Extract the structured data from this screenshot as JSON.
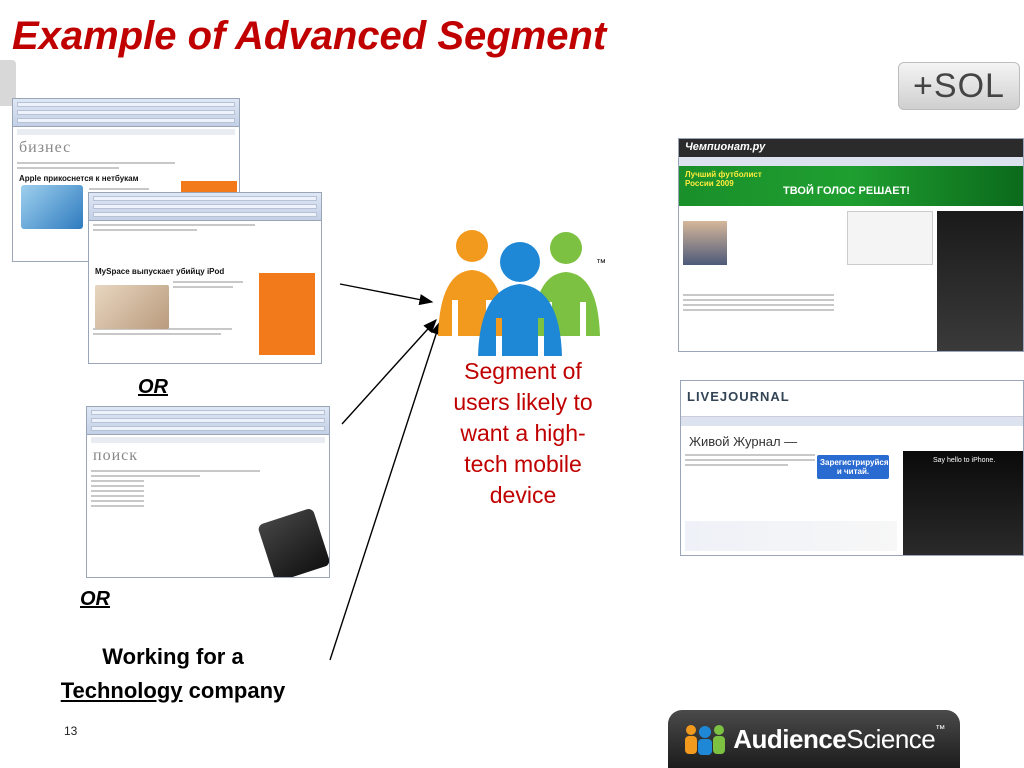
{
  "slide": {
    "title": "Example of Advanced Segment",
    "segment_text": "Segment of users likely to want a high-tech mobile device",
    "or_1": "OR",
    "or_2": "OR",
    "working_line1": "Working for a",
    "working_technology": "Technology",
    "working_company": "company",
    "page_number": "13",
    "trademark": "™"
  },
  "logos": {
    "sol": "+SOL",
    "audience_science_bold": "Audience",
    "audience_science_normal": "Science",
    "audience_science_tm": "™"
  },
  "screenshots": {
    "biznes": {
      "heading": "бизнес",
      "headline": "Apple прикоснется к нетбукам"
    },
    "myspace": {
      "headline": "MySpace выпускает убийцу iPod"
    },
    "poisk": {
      "heading": "поиск"
    },
    "championat": {
      "logo": "Чемпионат.ру",
      "banner_left": "Лучший футболист России 2009",
      "banner_right": "ТВОЙ ГОЛОС РЕШАЕТ!"
    },
    "livejournal": {
      "logo": "LIVEJOURNAL",
      "title": "Живой Журнал —",
      "button": "Зарегистрируйся и читай.",
      "iphone_caption": "Say hello to iPhone."
    }
  },
  "colors": {
    "title_red": "#c00000",
    "segment_red": "#c00000",
    "person_orange": "#f29a1d",
    "person_blue": "#1e88d6",
    "person_green": "#7dc142"
  },
  "icons": [
    "people-group-icon",
    "audience-people-icon"
  ]
}
